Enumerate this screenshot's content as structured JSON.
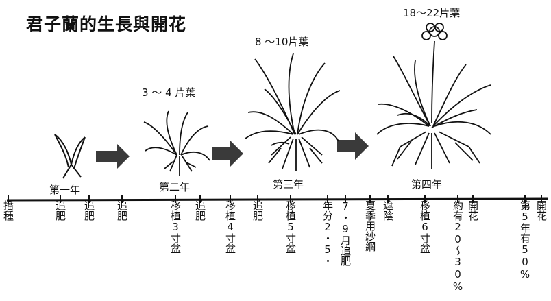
{
  "title": "君子蘭的生長與開花",
  "leaf_labels": [
    "3 ～ 4 片葉",
    "8 ～10片葉",
    "18～22片葉"
  ],
  "years": [
    "第一年",
    "第二年",
    "第三年",
    "第四年"
  ],
  "notes": [
    "播種",
    "追肥",
    "追肥",
    "追肥",
    "移植3寸盆",
    "追肥",
    "移植4寸盆",
    "追肥",
    "移植5寸盆",
    "年分2・5・",
    "7・9月追肥",
    "夏季用紗網",
    "遮陰",
    "移植6寸盆",
    "約有20～30%",
    "開花",
    "第5年有50%",
    "開花"
  ]
}
